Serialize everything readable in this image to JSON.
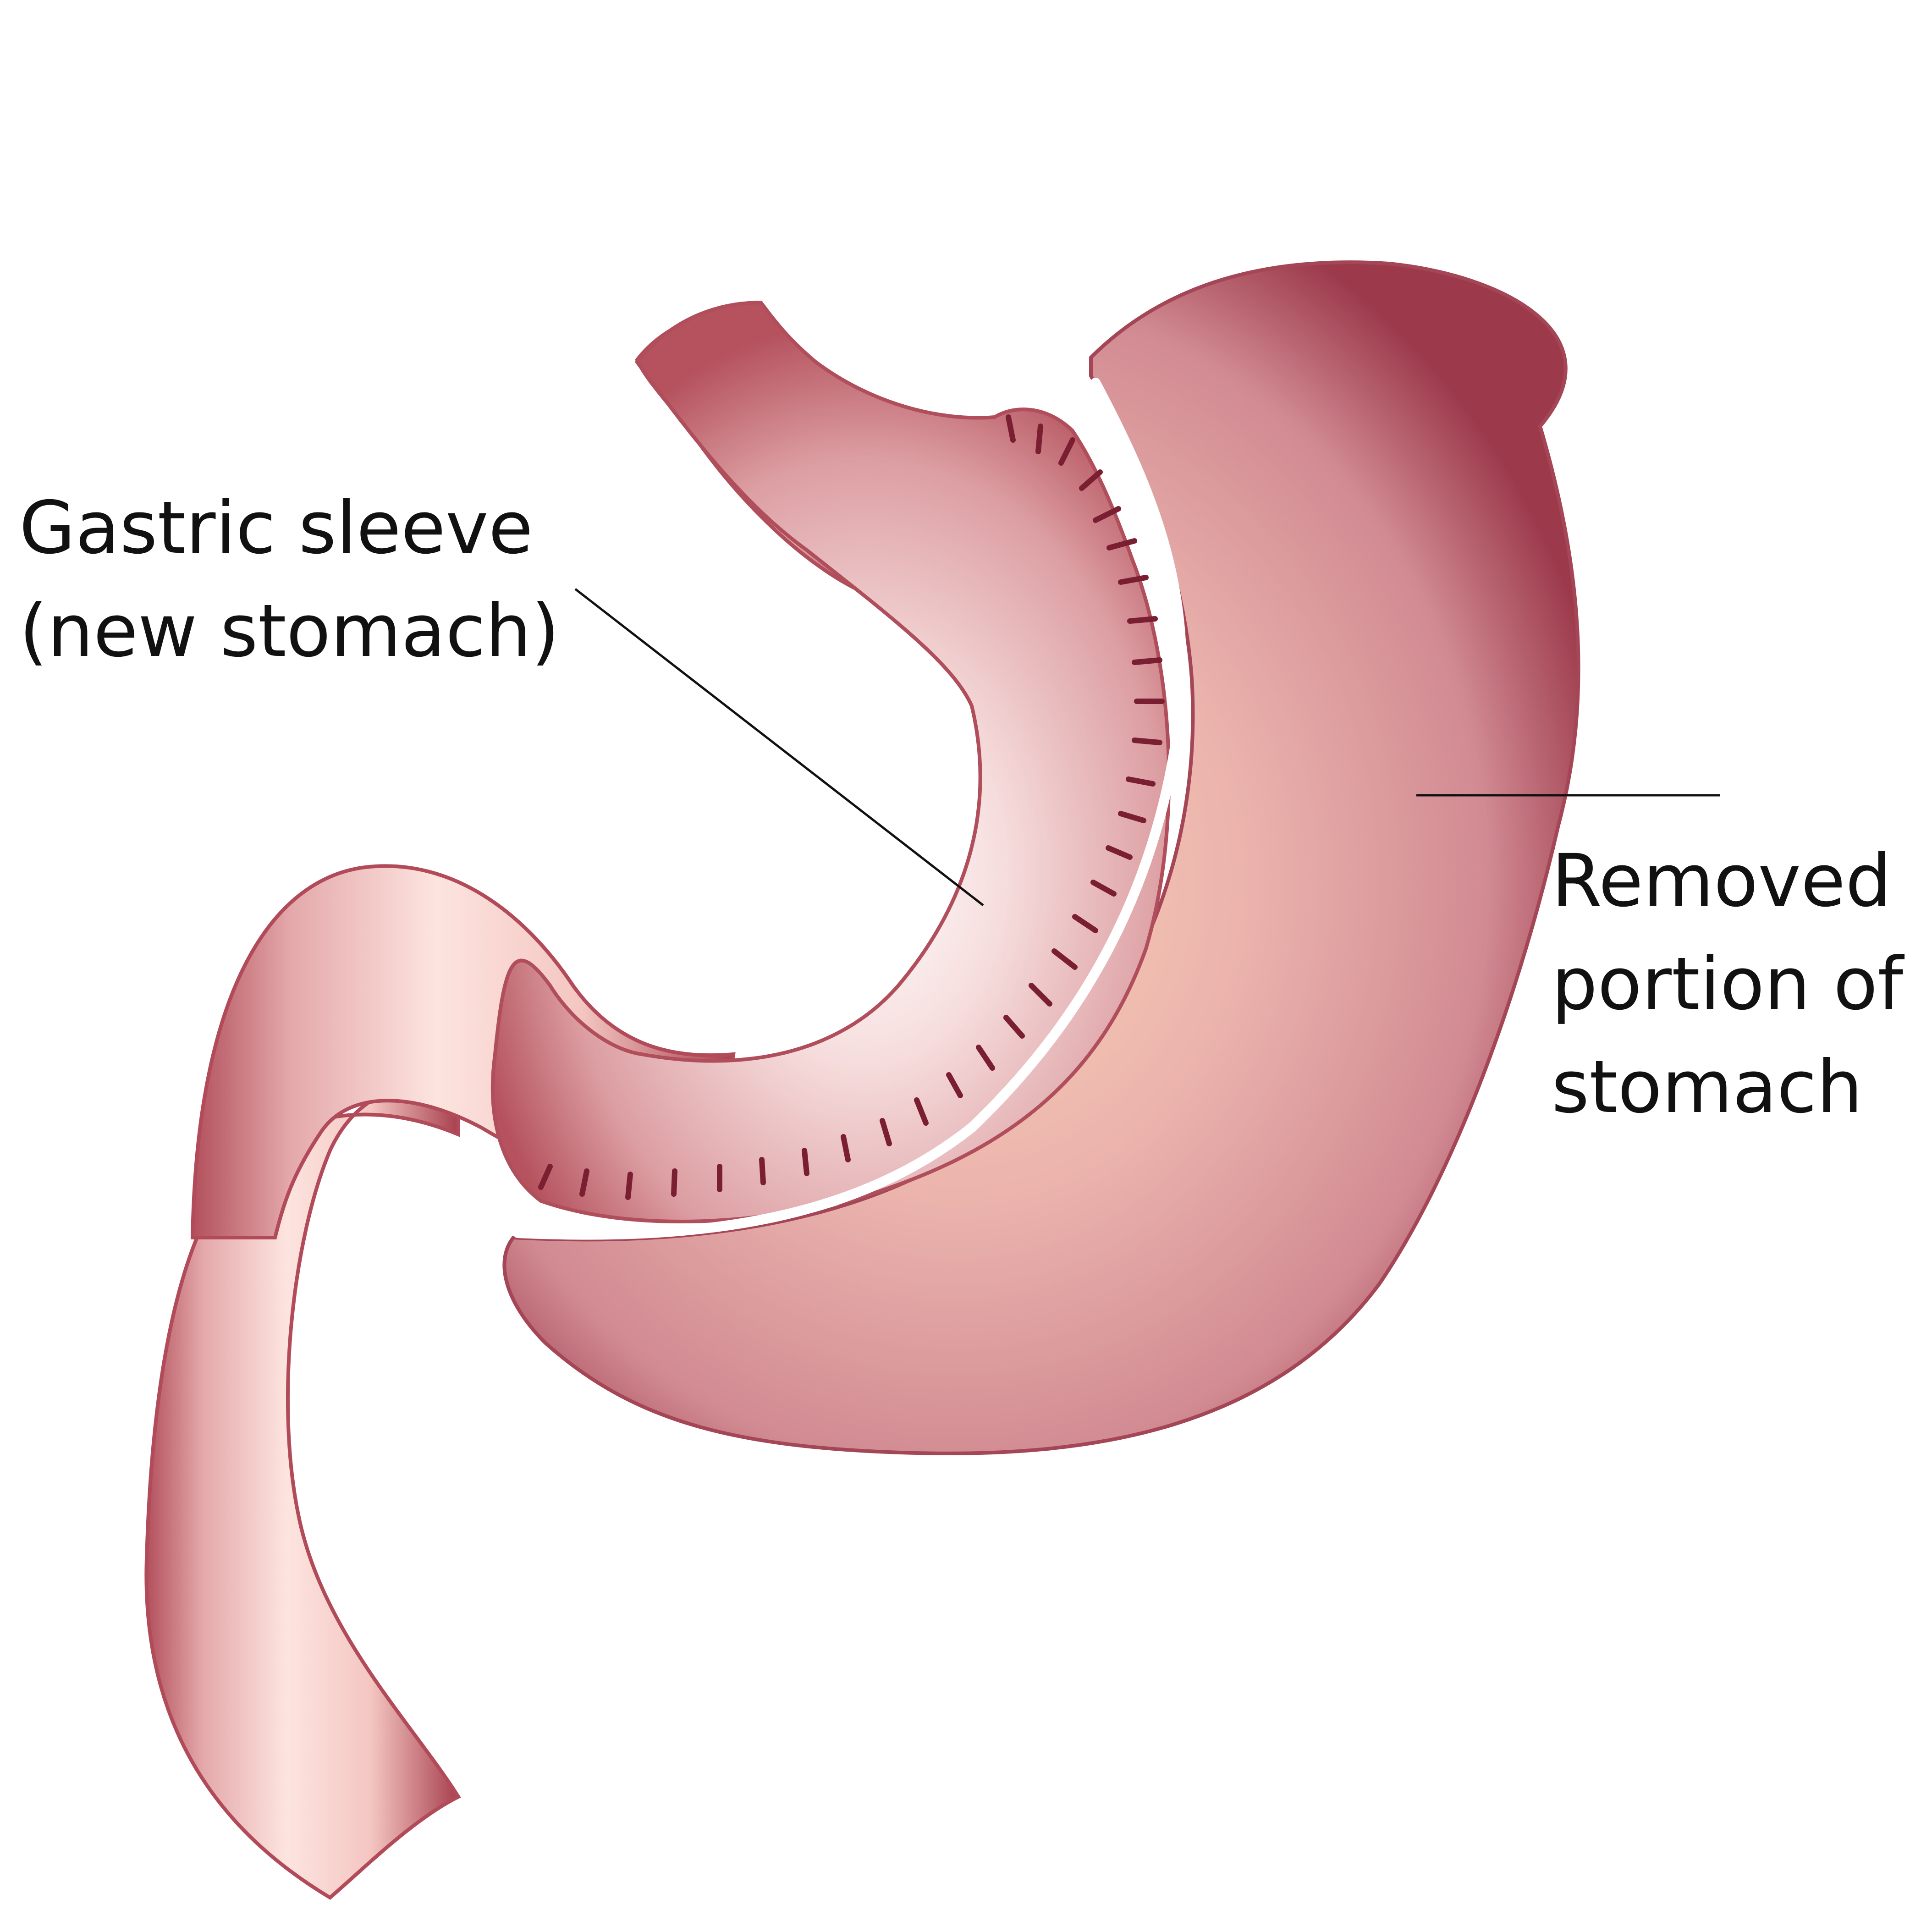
{
  "labels": {
    "sleeve": {
      "line1": "Gastric sleeve",
      "line2": "(new stomach)"
    },
    "removed": {
      "line1": "Removed",
      "line2": "portion of",
      "line3": "stomach"
    }
  },
  "colors": {
    "tissue_light": "#fbe0dc",
    "tissue_mid": "#e3a2a4",
    "tissue_dark": "#a8404e",
    "removed_center": "#fbd0b8",
    "staple": "#7a1e32",
    "leader_line": "#111111",
    "background": "#ffffff"
  }
}
